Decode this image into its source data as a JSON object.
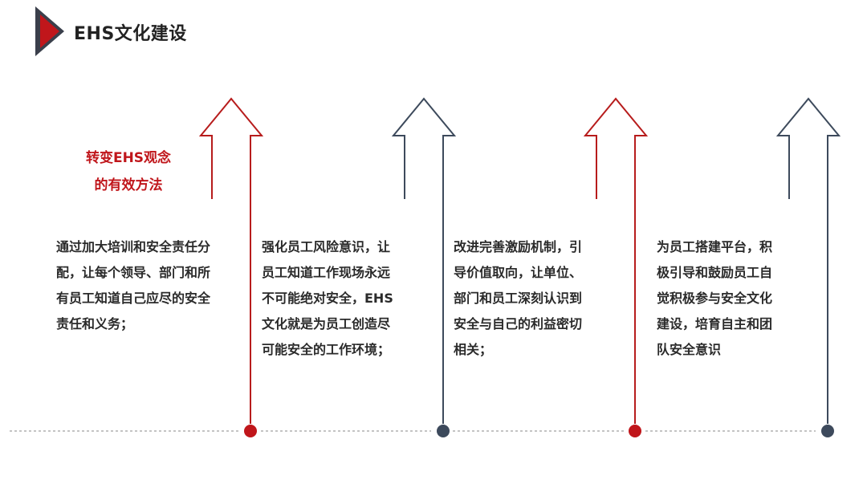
{
  "header": {
    "title": "EHS文化建设"
  },
  "subtitle": {
    "line1": "转变EHS观念",
    "line2": "的有效方法"
  },
  "columns": [
    {
      "lines": [
        "通过加大培训和安全责任分",
        "配，让每个领导、部门和所",
        "有员工知道自己应尽的安全",
        "责任和义务；"
      ],
      "color": "#b71c1c"
    },
    {
      "lines": [
        "强化员工风险意识，让",
        "员工知道工作现场永远",
        "不可能绝对安全，EHS",
        "文化就是为员工创造尽",
        "可能安全的工作环境；"
      ],
      "color": "#3d4a5c"
    },
    {
      "lines": [
        "改进完善激励机制，引",
        "导价值取向，让单位、",
        "部门和员工深刻认识到",
        "安全与自己的利益密切",
        "相关；"
      ],
      "color": "#b71c1c"
    },
    {
      "lines": [
        "为员工搭建平台，积",
        "极引导和鼓励员工自",
        "觉积极参与安全文化",
        "建设，培育自主和团",
        "队安全意识"
      ],
      "color": "#3d4a5c"
    }
  ],
  "colors": {
    "accent_red": "#c0161b",
    "accent_dark": "#3d4a5c",
    "dotted_line": "#b0b0b0"
  }
}
